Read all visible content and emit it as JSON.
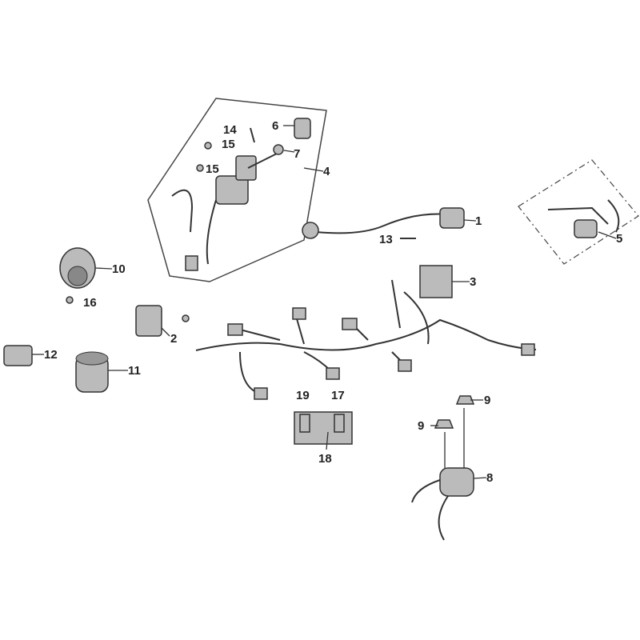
{
  "diagram": {
    "callouts": [
      {
        "id": "c1",
        "text": "1"
      },
      {
        "id": "c2",
        "text": "2"
      },
      {
        "id": "c3",
        "text": "3"
      },
      {
        "id": "c4",
        "text": "4"
      },
      {
        "id": "c5",
        "text": "5"
      },
      {
        "id": "c6",
        "text": "6"
      },
      {
        "id": "c7",
        "text": "7"
      },
      {
        "id": "c8",
        "text": "8"
      },
      {
        "id": "c9a",
        "text": "9"
      },
      {
        "id": "c9b",
        "text": "9"
      },
      {
        "id": "c10",
        "text": "10"
      },
      {
        "id": "c11",
        "text": "11"
      },
      {
        "id": "c12",
        "text": "12"
      },
      {
        "id": "c13",
        "text": "13"
      },
      {
        "id": "c14",
        "text": "14"
      },
      {
        "id": "c15a",
        "text": "15"
      },
      {
        "id": "c15b",
        "text": "15"
      },
      {
        "id": "c16",
        "text": "16"
      },
      {
        "id": "c17",
        "text": "17"
      },
      {
        "id": "c18",
        "text": "18"
      },
      {
        "id": "c19",
        "text": "19"
      }
    ]
  }
}
